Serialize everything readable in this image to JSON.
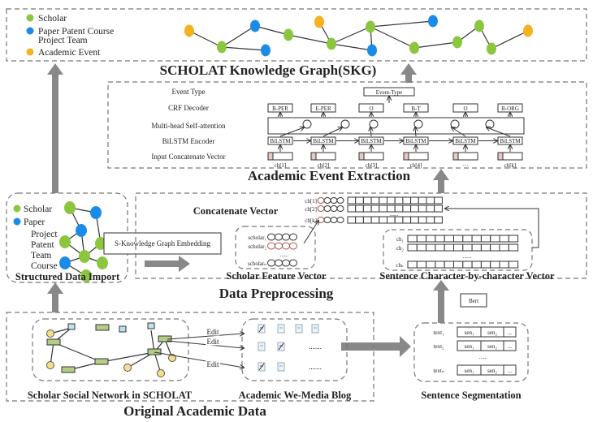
{
  "colors": {
    "scholar": "#8cc63f",
    "paper": "#1a8ce8",
    "event": "#f5b21b",
    "arrow": "#888888"
  },
  "skg": {
    "title": "SCHOLAT Knowledge Graph(SKG)",
    "legend": {
      "scholar": "Scholar",
      "paper_line1": "Paper  Patent  Course",
      "paper_line2": "Project  Team",
      "event": "Academic Event"
    }
  },
  "extraction": {
    "title": "Academic Event Extraction",
    "rows": {
      "event_type": "Event Type",
      "crf": "CRF Decoder",
      "attention": "Multi-head Self-attention",
      "bilstm": "BiLSTM Encoder",
      "input": "Input Concatenate Vector"
    },
    "event_type_box": "Event-Type",
    "crf_tags": [
      "B-PER",
      "E-PER",
      "O",
      "B-T",
      "O",
      "B-ORG"
    ],
    "bilstm_label": "BiLSTM",
    "chars": [
      "ch[1]",
      "ch[2]",
      "ch[3]",
      "ch[4]",
      "···",
      "ch[k]"
    ]
  },
  "structured": {
    "title": "Structured Data Import",
    "legend": {
      "scholar": "Scholar",
      "paper": "Paper",
      "others": [
        "Project",
        "Patent",
        "Team",
        "Course"
      ]
    },
    "embedding_box": "S-Knowledge Graph Embedding"
  },
  "preprocessing": {
    "title": "Data Preprocessing",
    "concat_title": "Concatenate Vector",
    "concat_rows": [
      "ch[1]",
      "ch[2]",
      "ch[k]"
    ],
    "ellipsis": "......",
    "scholar_title": "Scholar Feature Vector",
    "scholar_rows": [
      "scholar₁",
      "scholar₂",
      "scholarₙ"
    ],
    "sentence_title": "Sentence Character-by-character Vector",
    "sentence_rows": [
      "ch₁",
      "ch₂",
      "chₖ"
    ]
  },
  "bert": "Bert",
  "original": {
    "title": "Original Academic Data",
    "network_title": "Scholar Social Network in SCHOLAT",
    "blog_title": "Academic We-Media Blog",
    "edit_labels": [
      "Edit",
      "Edit",
      "Edit"
    ],
    "blog_ellipsis": "......."
  },
  "segmentation": {
    "title": "Sentence Segmentation",
    "rows": [
      "text₁",
      "text₂",
      "textₙ"
    ],
    "cells": [
      "sen₁",
      "sen₂",
      "..."
    ],
    "ellipsis": "......"
  }
}
